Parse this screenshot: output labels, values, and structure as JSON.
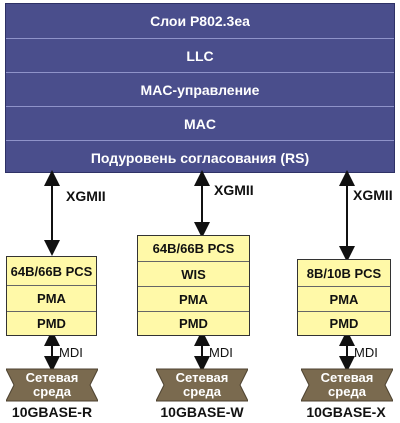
{
  "stack": {
    "layers": [
      "Слои P802.3ea",
      "LLC",
      "MAC-управление",
      "MAC",
      "Подуровень согласования (RS)"
    ]
  },
  "interface_label": "XGMII",
  "mdi_label": "MDI",
  "medium": {
    "line1": "Сетевая",
    "line2": "среда"
  },
  "phys": [
    {
      "rows": [
        "64B/66B PCS",
        "PMA",
        "PMD"
      ],
      "standard": "10GBASE-R"
    },
    {
      "rows": [
        "64B/66B PCS",
        "WIS",
        "PMA",
        "PMD"
      ],
      "standard": "10GBASE-W"
    },
    {
      "rows": [
        "8B/10B PCS",
        "PMA",
        "PMD"
      ],
      "standard": "10GBASE-X"
    }
  ],
  "colors": {
    "stack_fill": "#4a4e8c",
    "phy_fill": "#fff9a8",
    "medium_fill": "#7a6a4f"
  }
}
